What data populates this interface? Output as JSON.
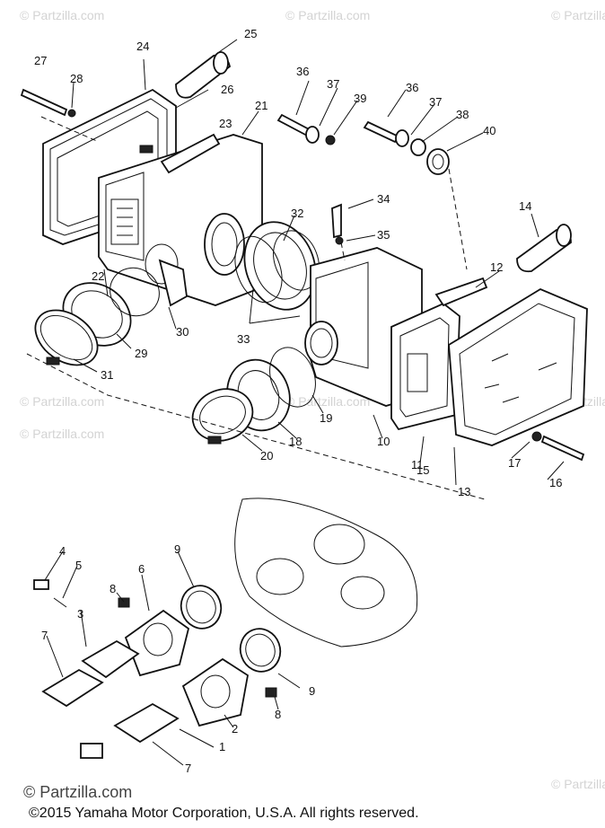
{
  "watermark": "© Partzilla.com",
  "copyright": "©2015 Yamaha Motor Corporation, U.S.A. All rights reserved.",
  "copyright_watermark": "© Partzilla.com",
  "part_numbers": [
    "1",
    "2",
    "3",
    "4",
    "5",
    "6",
    "7",
    "7",
    "8",
    "8",
    "9",
    "9",
    "10",
    "11",
    "12",
    "13",
    "14",
    "15",
    "16",
    "17",
    "18",
    "19",
    "20",
    "21",
    "22",
    "23",
    "24",
    "25",
    "26",
    "27",
    "28",
    "29",
    "30",
    "31",
    "32",
    "33",
    "34",
    "35",
    "36",
    "36",
    "37",
    "37",
    "38",
    "39",
    "40"
  ]
}
